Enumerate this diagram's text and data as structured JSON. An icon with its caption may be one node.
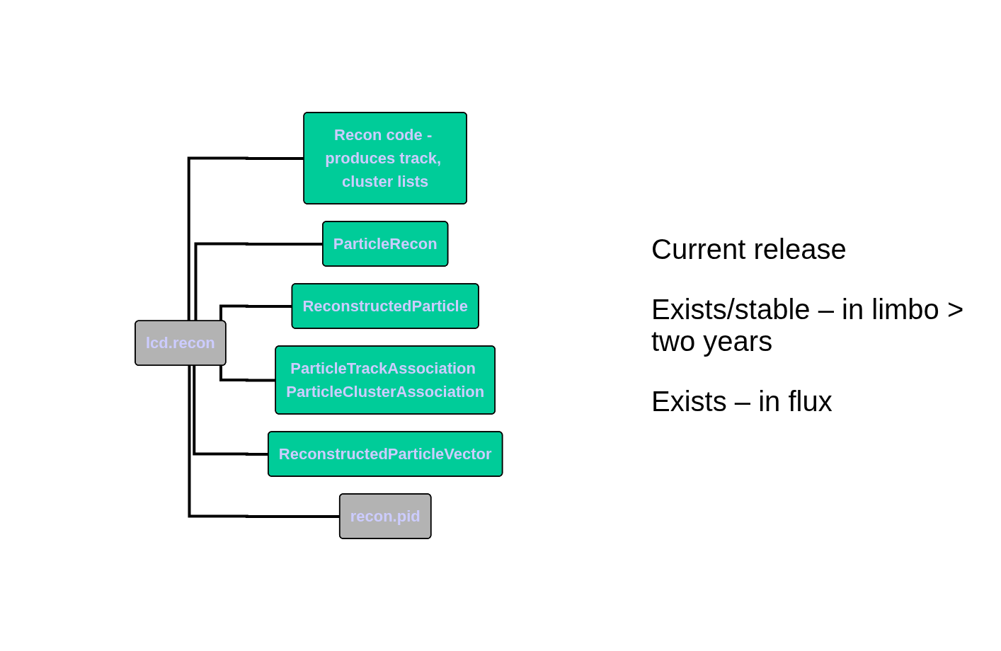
{
  "diagram": {
    "nodes": [
      {
        "text": [
          "lcd.recon"
        ]
      },
      {
        "text": [
          "Recon code - produces track, cluster lists"
        ]
      },
      {
        "text": [
          "ParticleRecon"
        ]
      },
      {
        "text": [
          "ReconstructedParticle"
        ]
      },
      {
        "text": [
          "ParticleTrackAssociation ParticleClusterAssociation"
        ]
      },
      {
        "text": [
          "ReconstructedParticleVector"
        ]
      },
      {
        "text": [
          "recon.pid"
        ]
      }
    ],
    "edges": [
      {
        "from": 0,
        "to": 1,
        "arrow": "none"
      },
      {
        "from": 0,
        "to": 2,
        "arrow": "none"
      },
      {
        "from": 0,
        "to": 3,
        "arrow": "none"
      },
      {
        "from": 0,
        "to": 4,
        "arrow": "none"
      },
      {
        "from": 0,
        "to": 5,
        "arrow": "none"
      },
      {
        "from": 0,
        "to": 6,
        "arrow": "none"
      }
    ],
    "labels": [
      "Current release",
      "Exists/stable – in limbo > two years",
      "Exists – in flux"
    ]
  }
}
